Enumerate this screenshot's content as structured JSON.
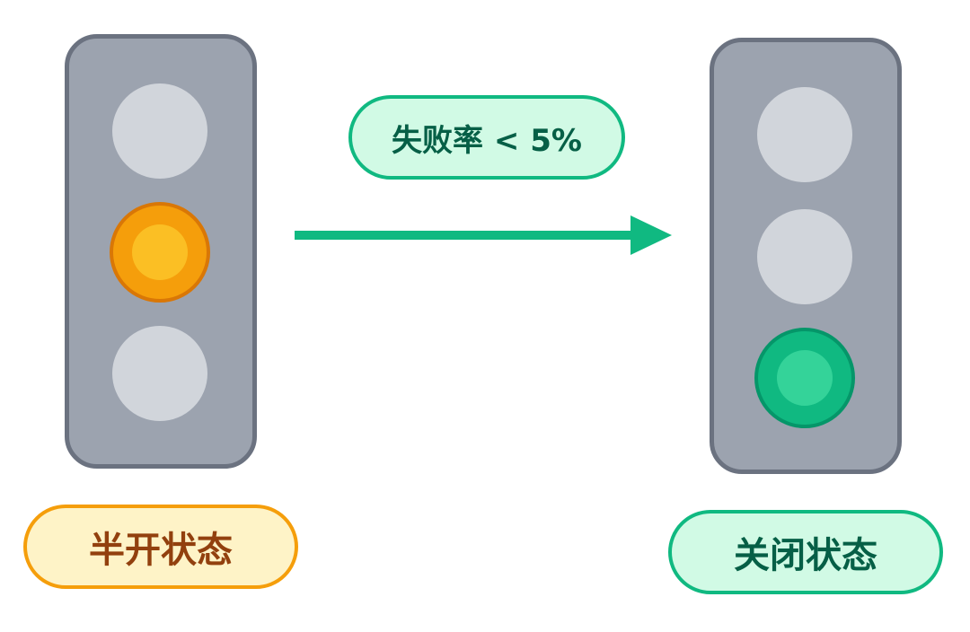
{
  "states": {
    "from": {
      "label": "半开状态",
      "active_lamp": "amber",
      "color": "#f59e0b"
    },
    "to": {
      "label": "关闭状态",
      "active_lamp": "green",
      "color": "#10b981"
    }
  },
  "transition": {
    "condition": "失败率 < 5%",
    "color": "#10b981"
  }
}
